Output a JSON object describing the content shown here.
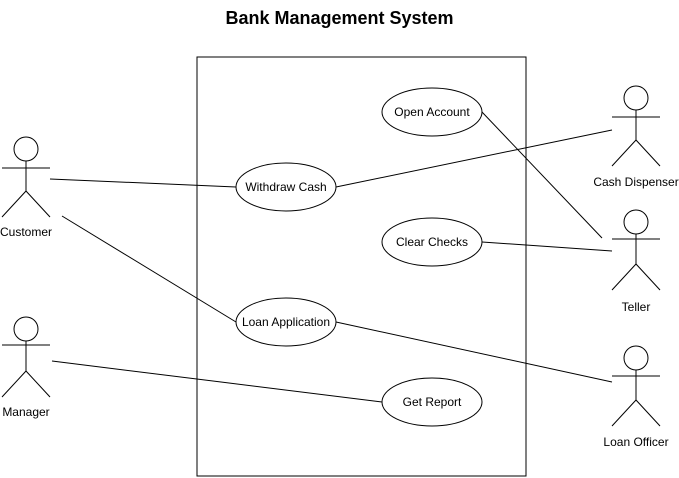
{
  "diagram": {
    "title": "Bank Management System",
    "actors": [
      {
        "id": "customer",
        "label": "Customer"
      },
      {
        "id": "manager",
        "label": "Manager"
      },
      {
        "id": "cash_dispenser",
        "label": "Cash Dispenser"
      },
      {
        "id": "teller",
        "label": "Teller"
      },
      {
        "id": "loan_officer",
        "label": "Loan Officer"
      }
    ],
    "use_cases": [
      {
        "id": "open_account",
        "label": "Open Account"
      },
      {
        "id": "withdraw_cash",
        "label": "Withdraw Cash"
      },
      {
        "id": "clear_checks",
        "label": "Clear Checks"
      },
      {
        "id": "loan_application",
        "label": "Loan Application"
      },
      {
        "id": "get_report",
        "label": "Get Report"
      }
    ],
    "associations": [
      [
        "customer",
        "withdraw_cash"
      ],
      [
        "customer",
        "loan_application"
      ],
      [
        "manager",
        "get_report"
      ],
      [
        "withdraw_cash",
        "cash_dispenser"
      ],
      [
        "open_account",
        "teller"
      ],
      [
        "clear_checks",
        "teller"
      ],
      [
        "loan_application",
        "loan_officer"
      ]
    ]
  }
}
